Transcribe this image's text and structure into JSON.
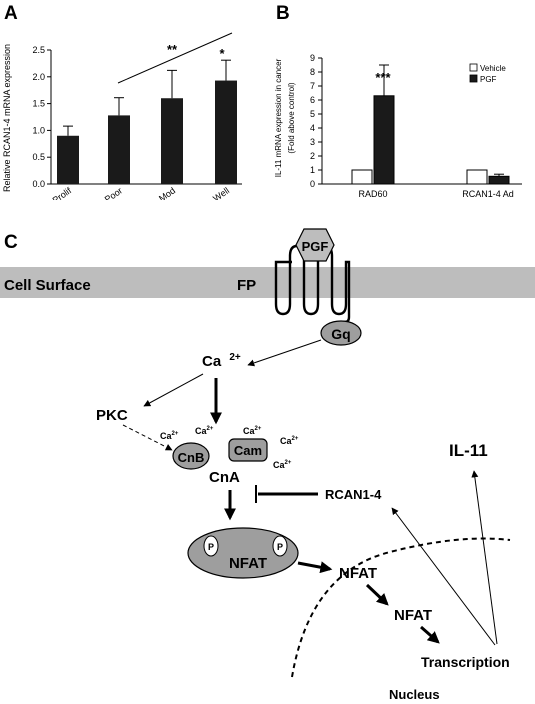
{
  "panel_letters": {
    "a": "A",
    "b": "B",
    "c": "C"
  },
  "chart_data": [
    {
      "type": "bar",
      "panel": "A",
      "ylabel": "Relative RCAN1-4 mRNA expression",
      "categories": [
        "Prolif",
        "Poor",
        "Mod",
        "Well"
      ],
      "series": [
        {
          "values": [
            0.9,
            1.28,
            1.6,
            1.93
          ],
          "errors": [
            0.18,
            0.33,
            0.52,
            0.38
          ],
          "color": "#1a1a1a"
        }
      ],
      "ylim": [
        0,
        2.5
      ],
      "yticks": [
        0.0,
        0.5,
        1.0,
        1.5,
        2.0,
        2.5
      ],
      "ytick_labels": [
        "0.0",
        "0.5",
        "1.0",
        "1.5",
        "2.0",
        "2.5"
      ],
      "significance": [
        {
          "label": "**",
          "type": "trend_line"
        },
        {
          "label": "*",
          "category": "Well"
        }
      ]
    },
    {
      "type": "bar",
      "panel": "B",
      "ylabel": "IL-11 mRNA expression in cancer (Fold above control)",
      "categories": [
        "RAD60",
        "RCAN1-4 Ad"
      ],
      "series": [
        {
          "name": "Vehicle",
          "values": [
            1.0,
            1.0
          ],
          "errors": [
            0,
            0
          ],
          "color": "#ffffff"
        },
        {
          "name": "PGF",
          "values": [
            6.3,
            0.55
          ],
          "errors": [
            2.2,
            0.15
          ],
          "color": "#1a1a1a"
        }
      ],
      "ylim": [
        0,
        9
      ],
      "yticks": [
        0,
        1,
        2,
        3,
        4,
        5,
        6,
        7,
        8,
        9
      ],
      "ytick_labels": [
        "0",
        "1",
        "2",
        "3",
        "4",
        "5",
        "6",
        "7",
        "8",
        "9"
      ],
      "legend": "top-right",
      "significance": [
        {
          "label": "***",
          "category": "RAD60"
        }
      ]
    }
  ],
  "diagram": {
    "cell_surface": "Cell Surface",
    "fp": "FP",
    "pgf": "PGF",
    "gq": "Gq",
    "ca": "Ca",
    "ca_sup": "2+",
    "ca_small": "Ca",
    "ca_small_sup": "2+",
    "pkc": "PKC",
    "cnb": "CnB",
    "cam": "Cam",
    "cna": "CnA",
    "rcan": "RCAN1-4",
    "il11": "IL-11",
    "nfat_main": "NFAT",
    "phospho": "P",
    "nfat_2": "NFAT",
    "nfat_3": "NFAT",
    "transcription": "Transcription",
    "nucleus": "Nucleus"
  }
}
